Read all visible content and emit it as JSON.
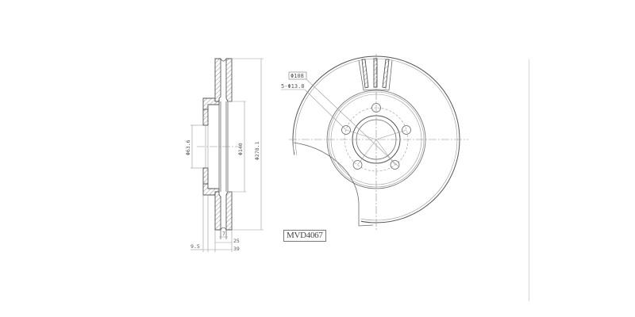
{
  "drawing": {
    "part_number": "MVD4067",
    "type": "ventilated brake disc technical drawing",
    "background_color": "#ffffff",
    "line_color": "#6a6a6a",
    "side_view": {
      "dimensions": {
        "hub_bore_diameter": "Φ63.6",
        "hat_diameter": "Φ140",
        "outer_diameter": "Φ278.1",
        "vane_gap": "7",
        "disc_thickness": "25",
        "total_height": "39",
        "hub_flange_thickness": "9.5"
      }
    },
    "front_view": {
      "callouts": {
        "bolt_circle": "Φ108",
        "bolt_holes": "5-Φ13.8"
      },
      "bolt_hole_count": 5
    }
  }
}
